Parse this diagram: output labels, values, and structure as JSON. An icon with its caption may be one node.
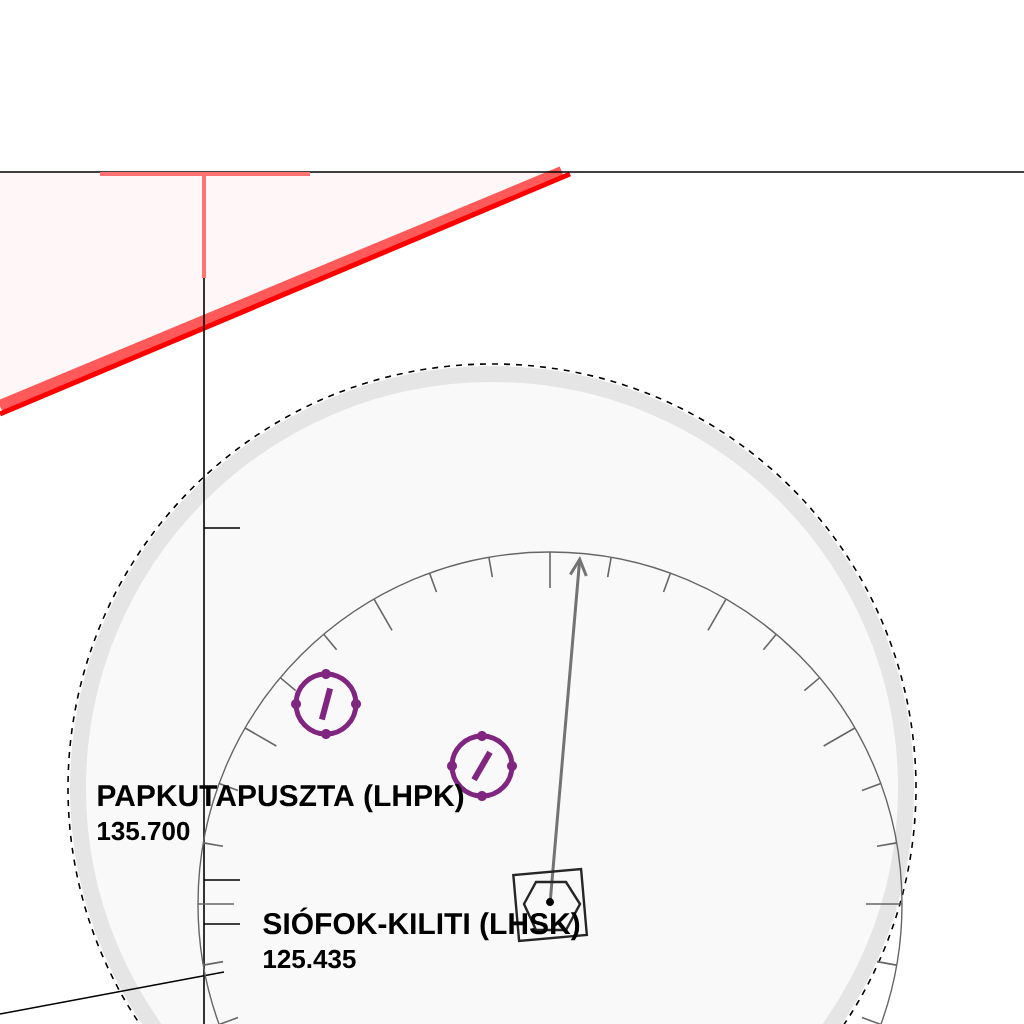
{
  "diagram": {
    "labels": [
      "PAPKUTAPUSZTA (LHPK)",
      "135.700",
      "SIÓFOK-KILITI (LHSK)",
      "125.435"
    ]
  }
}
